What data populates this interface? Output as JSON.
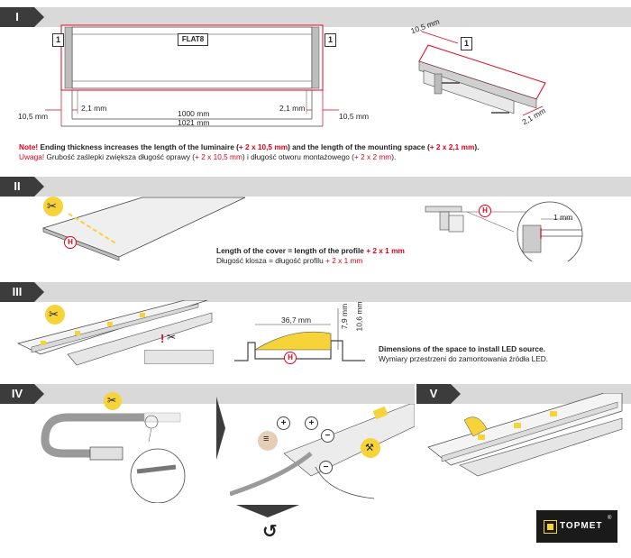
{
  "sections": {
    "s1": "I",
    "s2": "II",
    "s3": "III",
    "s4": "IV",
    "s5": "V"
  },
  "step1": {
    "profile_label": "FLAT8",
    "end_cap_number": "1",
    "dim_total_inner": "1000 mm",
    "dim_total_outer": "1021 mm",
    "dim_left_gap": "2,1 mm",
    "dim_right_gap": "2,1 mm",
    "dim_left_cap": "10,5 mm",
    "dim_right_cap": "10,5 mm",
    "iso_dim_top": "10,5 mm",
    "iso_dim_side": "2,1 mm",
    "note_en_prefix": "Note!",
    "note_en_text": " Ending thickness increases the length of the luminaire (",
    "note_en_val1": "+ 2 x 10,5 mm",
    "note_en_mid": ") and the length of the mounting space (",
    "note_en_val2": "+ 2 x 2,1 mm",
    "note_en_end": ").",
    "note_pl_prefix": "Uwaga!",
    "note_pl_text": " Grubość zaślepki zwiększa długość oprawy (",
    "note_pl_val1": "+ 2 x 10,5 mm",
    "note_pl_mid": ") i długość otworu montażowego (",
    "note_pl_val2": "+ 2 x 2 mm",
    "note_pl_end": ")."
  },
  "step2": {
    "h_marker": "H",
    "dim_gap": "1 mm",
    "text_en": "Length of the cover = length of the profile ",
    "text_en_val": "+ 2 x 1 mm",
    "text_pl": "Długość klosza = długość profilu ",
    "text_pl_val": "+ 2 x 1 mm"
  },
  "step3": {
    "warning": "!",
    "dim_width": "36,7 mm",
    "dim_h1": "7,9 mm",
    "dim_h2": "10,6 mm",
    "h_marker": "H",
    "text_en": "Dimensions of the space to install LED source.",
    "text_pl": "Wymiary przestrzeni do zamontowania źródła LED."
  },
  "step4": {
    "plus": "+",
    "minus": "−"
  },
  "footer": {
    "brand": "TOPMET",
    "reg": "®"
  },
  "colors": {
    "accent_red": "#e3001b",
    "accent_yellow": "#f7d33a",
    "dark": "#3c3c3c",
    "bar_gray": "#d9d9d9"
  }
}
